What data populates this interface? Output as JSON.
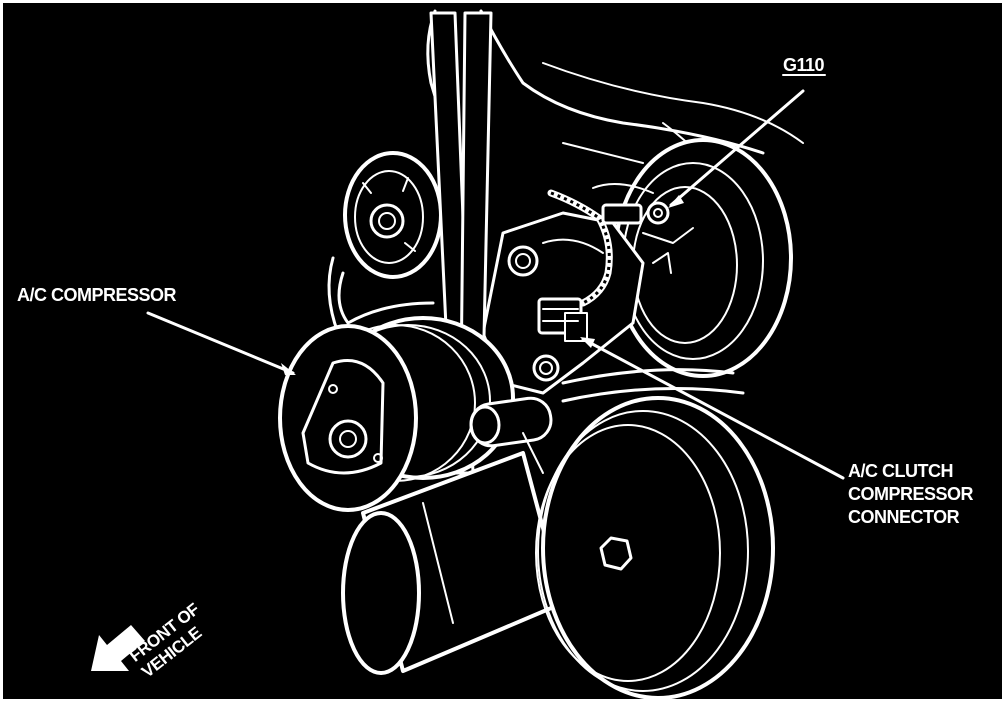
{
  "labels": {
    "ground": "G110",
    "compressor": "A/C COMPRESSOR",
    "connector_line1": "A/C CLUTCH",
    "connector_line2": "COMPRESSOR",
    "connector_line3": "CONNECTOR",
    "front_line1": "FRONT OF",
    "front_line2": "VEHICLE"
  },
  "colors": {
    "background": "#000000",
    "ink": "#ffffff"
  }
}
